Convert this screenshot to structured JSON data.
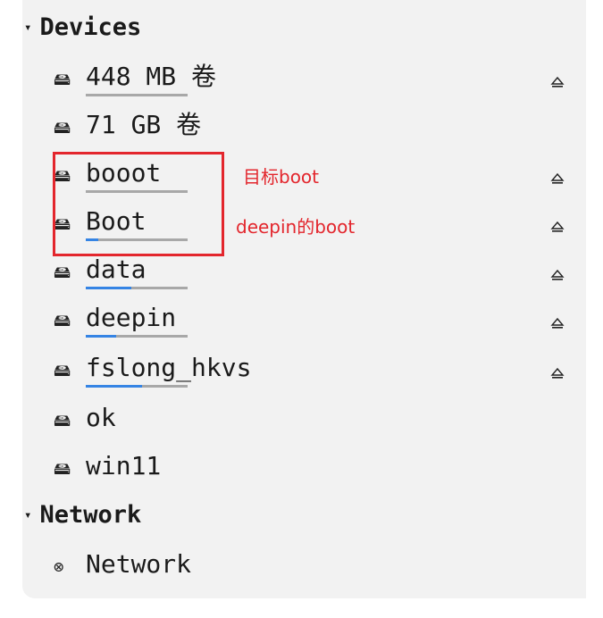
{
  "sections": {
    "devices": {
      "title": "Devices",
      "arrow": "▾"
    },
    "network": {
      "title": "Network",
      "arrow": "▾"
    }
  },
  "icons": {
    "drive": "drive-icon",
    "eject": "eject-icon",
    "network": "network-icon"
  },
  "colors": {
    "usage_fill": "#3584e4",
    "usage_track": "#a8a8a8",
    "annotation": "#e3262d",
    "panel": "#f2f2f2"
  },
  "devices": [
    {
      "label": "448 MB 卷",
      "mounted": true,
      "usage_fraction": 0.0,
      "eject": true
    },
    {
      "label": "71 GB 卷",
      "mounted": false,
      "eject": false
    },
    {
      "label": "booot",
      "mounted": true,
      "usage_fraction": 0.0,
      "eject": true
    },
    {
      "label": "Boot",
      "mounted": true,
      "usage_fraction": 0.12,
      "eject": true
    },
    {
      "label": "data",
      "mounted": true,
      "usage_fraction": 0.45,
      "eject": true
    },
    {
      "label": "deepin",
      "mounted": true,
      "usage_fraction": 0.3,
      "eject": true
    },
    {
      "label": "fslong_hkvs",
      "mounted": true,
      "usage_fraction": 0.55,
      "eject": true
    },
    {
      "label": "ok",
      "mounted": false,
      "eject": false
    },
    {
      "label": "win11",
      "mounted": false,
      "eject": false
    }
  ],
  "network_items": [
    {
      "label": "Network"
    }
  ],
  "annotations": {
    "target": "目标boot",
    "deepin": "deepin的boot"
  }
}
